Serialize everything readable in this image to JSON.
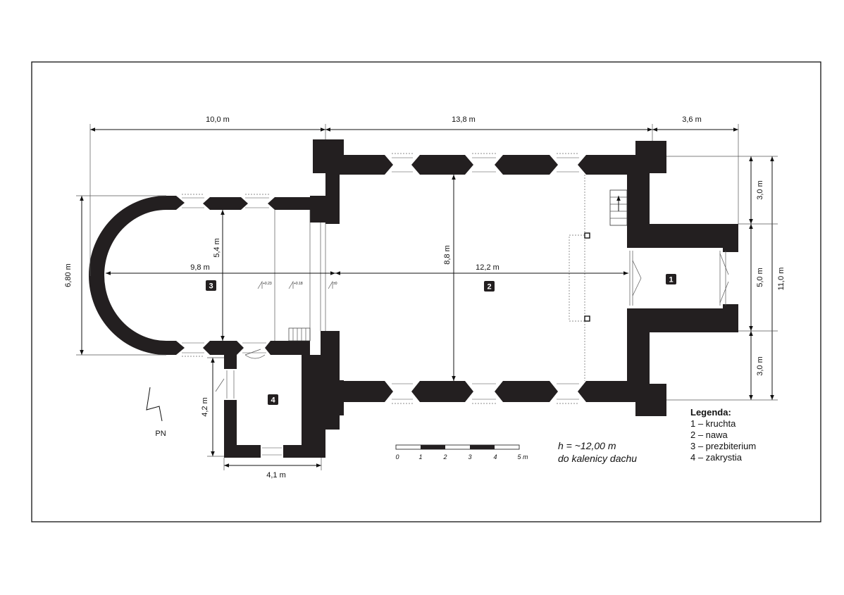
{
  "dimensions": {
    "top_presbytery": "10,0 m",
    "top_nave": "13,8 m",
    "top_porch": "3,6 m",
    "presbytery_width_outer": "6,80 m",
    "presbytery_width_inner": "5,4 m",
    "presbytery_length": "9,8 m",
    "nave_width": "8,8 m",
    "nave_length": "12,2 m",
    "right_upper": "3,0 m",
    "right_middle": "5,0 m",
    "right_lower": "3,0 m",
    "right_total": "11,0 m",
    "sacristy_height": "4,2 m",
    "sacristy_width": "4,1 m"
  },
  "room_labels": {
    "porch": "1",
    "nave": "2",
    "presbytery": "3",
    "sacristy": "4"
  },
  "level_marks": {
    "m1": "+0.23",
    "m2": "+0.18",
    "m3": "±0"
  },
  "north_arrow": {
    "label": "PN"
  },
  "scale_bar": {
    "ticks": [
      "0",
      "1",
      "2",
      "3",
      "4",
      "5 m"
    ]
  },
  "height_note": {
    "line1": "h = ~12,00 m",
    "line2": "do kalenicy dachu"
  },
  "legend": {
    "title": "Legenda:",
    "items": [
      "1 – kruchta",
      "2 – nawa",
      "3 – prezbiterium",
      "4 – zakrystia"
    ]
  }
}
